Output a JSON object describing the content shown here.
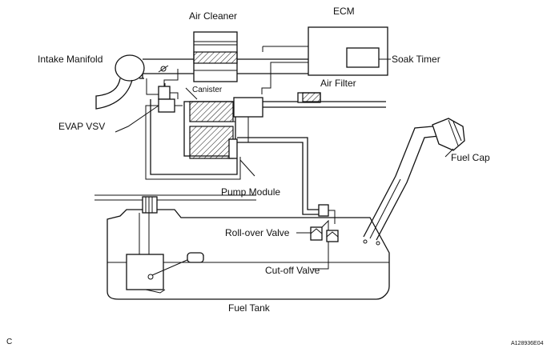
{
  "labels": {
    "air_cleaner": "Air Cleaner",
    "ecm": "ECM",
    "intake_manifold": "Intake Manifold",
    "soak_timer": "Soak Timer",
    "canister": "Canister",
    "air_filter": "Air Filter",
    "evap_vsv": "EVAP VSV",
    "fuel_cap": "Fuel Cap",
    "pump_module": "Pump Module",
    "roll_over_valve": "Roll-over Valve",
    "cut_off_valve": "Cut-off Valve",
    "fuel_tank": "Fuel Tank"
  },
  "footer": {
    "left_code": "C",
    "right_code": "A128936E04"
  }
}
